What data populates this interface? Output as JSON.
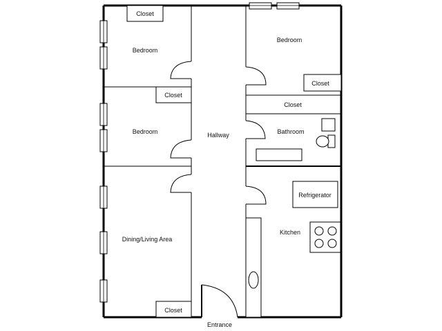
{
  "rooms": {
    "bedroom_top_left": "Bedroom",
    "bedroom_top_right": "Bedroom",
    "bedroom_middle_left": "Bedroom",
    "hallway": "Hallway",
    "bathroom": "Bathroom",
    "dining_living": "Dining/Living Area",
    "kitchen": "Kitchen"
  },
  "closets": {
    "top_left": "Closet",
    "middle_left": "Closet",
    "top_right": "Closet",
    "bath_corridor": "Closet",
    "bottom_left": "Closet"
  },
  "fixtures": {
    "refrigerator": "Refrigerator"
  },
  "entrance": "Entrance",
  "colors": {
    "wall": "#000000",
    "background": "#ffffff"
  }
}
